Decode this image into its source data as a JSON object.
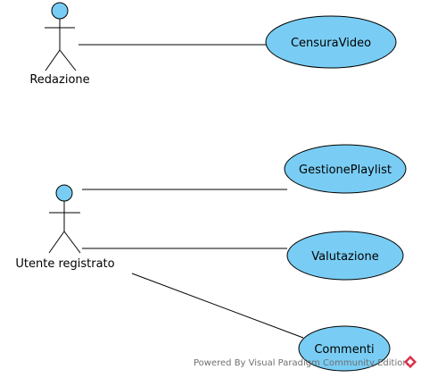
{
  "colors": {
    "actor_head": "#79cdf4",
    "usecase_fill": "#79cdf4",
    "stroke": "#000000",
    "watermark_text": "#6f6f6f",
    "watermark_logo": "#d9334a"
  },
  "actors": [
    {
      "id": "redazione",
      "name": "Redazione"
    },
    {
      "id": "utente",
      "name": "Utente registrato"
    }
  ],
  "use_cases": [
    {
      "id": "censura",
      "name": "CensuraVideo"
    },
    {
      "id": "playlist",
      "name": "GestionePlaylist"
    },
    {
      "id": "valutazione",
      "name": "Valutazione"
    },
    {
      "id": "commenti",
      "name": "Commenti"
    }
  ],
  "associations": [
    {
      "from": "redazione",
      "to": "censura"
    },
    {
      "from": "utente",
      "to": "playlist"
    },
    {
      "from": "utente",
      "to": "valutazione"
    },
    {
      "from": "utente",
      "to": "commenti"
    }
  ],
  "watermark": {
    "text": "Powered By Visual Paradigm Community Edition",
    "logo_icon": "visual-paradigm-logo-icon"
  }
}
